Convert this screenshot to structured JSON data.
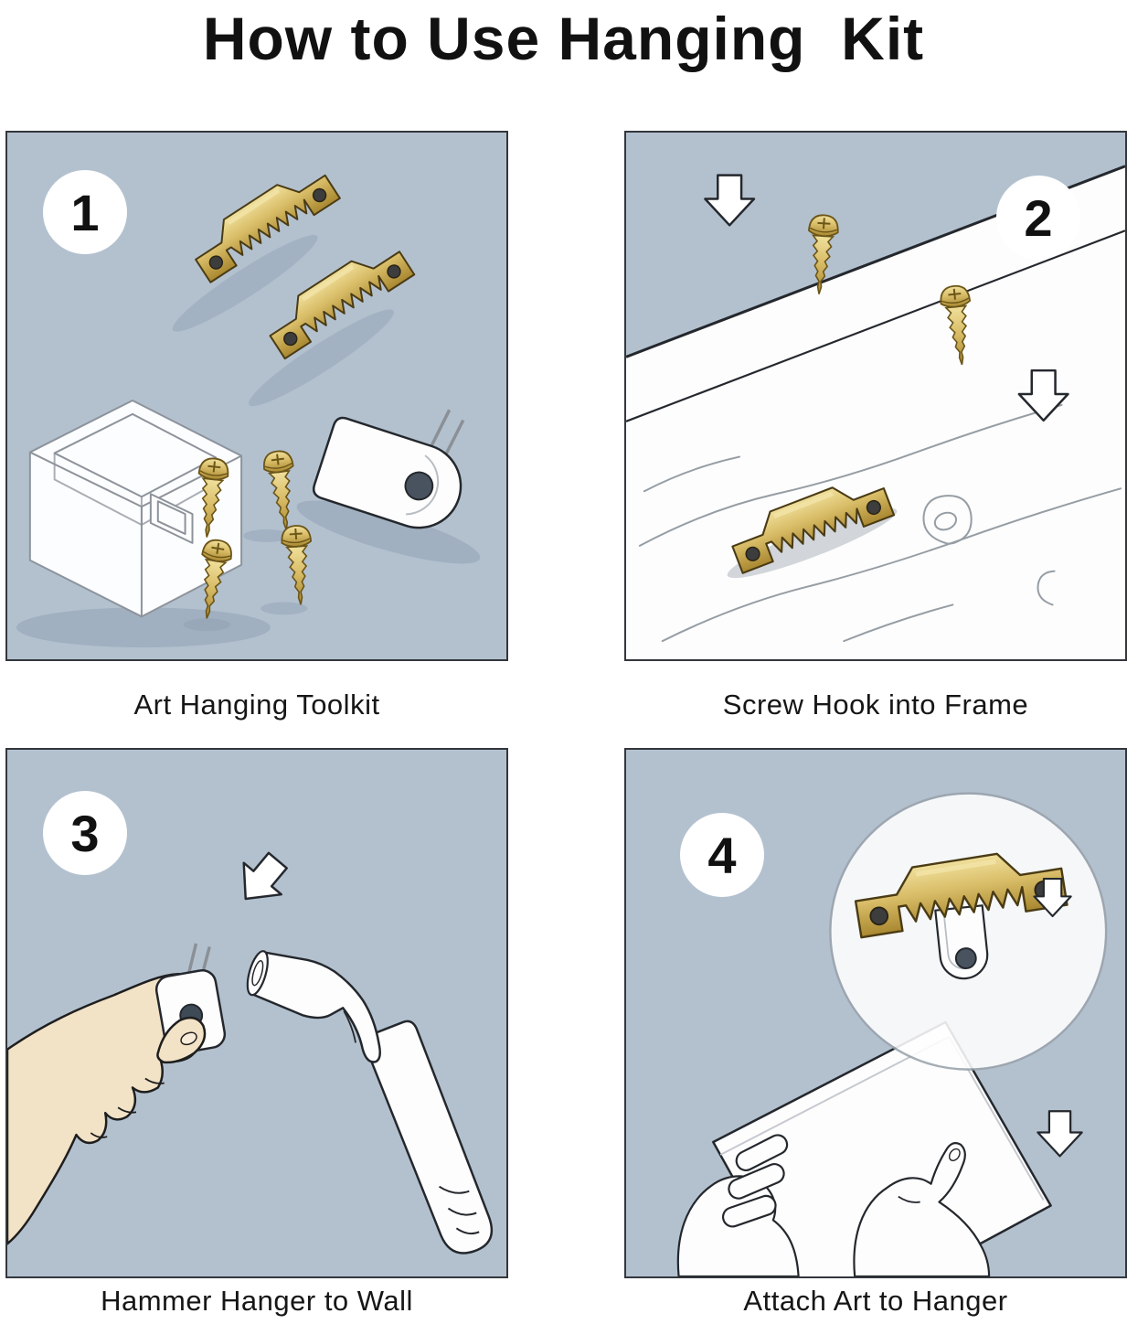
{
  "title": "How to Use Hanging  Kit",
  "panels": [
    {
      "number": "1",
      "caption": "Art Hanging Toolkit"
    },
    {
      "number": "2",
      "caption": "Screw Hook into Frame"
    },
    {
      "number": "3",
      "caption": "Hammer Hanger to Wall"
    },
    {
      "number": "4",
      "caption": "Attach Art to Hanger"
    }
  ],
  "colors": {
    "panel_background": "#b3c1cf",
    "brass": "#d9bd68",
    "outline": "#222222",
    "skin": "#f2e2c6",
    "white": "#ffffff"
  }
}
